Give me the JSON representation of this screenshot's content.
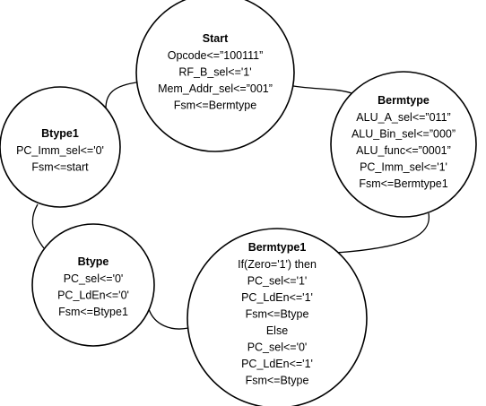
{
  "diagram": {
    "states": [
      {
        "id": "start",
        "title": "Start",
        "lines": [
          "Opcode<=”100111”",
          "RF_B_sel<='1'",
          "Mem_Addr_sel<=”001”",
          "Fsm<=Bermtype"
        ]
      },
      {
        "id": "bermtype",
        "title": "Bermtype",
        "lines": [
          "ALU_A_sel<=”011”",
          "ALU_Bin_sel<=”000”",
          "ALU_func<=”0001”",
          "PC_Imm_sel<='1'",
          "Fsm<=Bermtype1"
        ]
      },
      {
        "id": "bermtype1",
        "title": "Bermtype1",
        "lines": [
          "If(Zero='1') then",
          "PC_sel<='1'",
          "PC_LdEn<='1'",
          "Fsm<=Btype",
          "Else",
          "PC_sel<='0'",
          "PC_LdEn<='1'",
          "Fsm<=Btype"
        ]
      },
      {
        "id": "btype",
        "title": "Btype",
        "lines": [
          "PC_sel<='0'",
          "PC_LdEn<='0'",
          "Fsm<=Btype1"
        ]
      },
      {
        "id": "btype1",
        "title": "Btype1",
        "lines": [
          "PC_Imm_sel<='0'",
          "Fsm<=start"
        ]
      }
    ],
    "transitions": [
      {
        "from": "start",
        "to": "bermtype"
      },
      {
        "from": "bermtype",
        "to": "bermtype1"
      },
      {
        "from": "bermtype1",
        "to": "btype"
      },
      {
        "from": "btype",
        "to": "btype1"
      },
      {
        "from": "btype1",
        "to": "start"
      }
    ]
  }
}
